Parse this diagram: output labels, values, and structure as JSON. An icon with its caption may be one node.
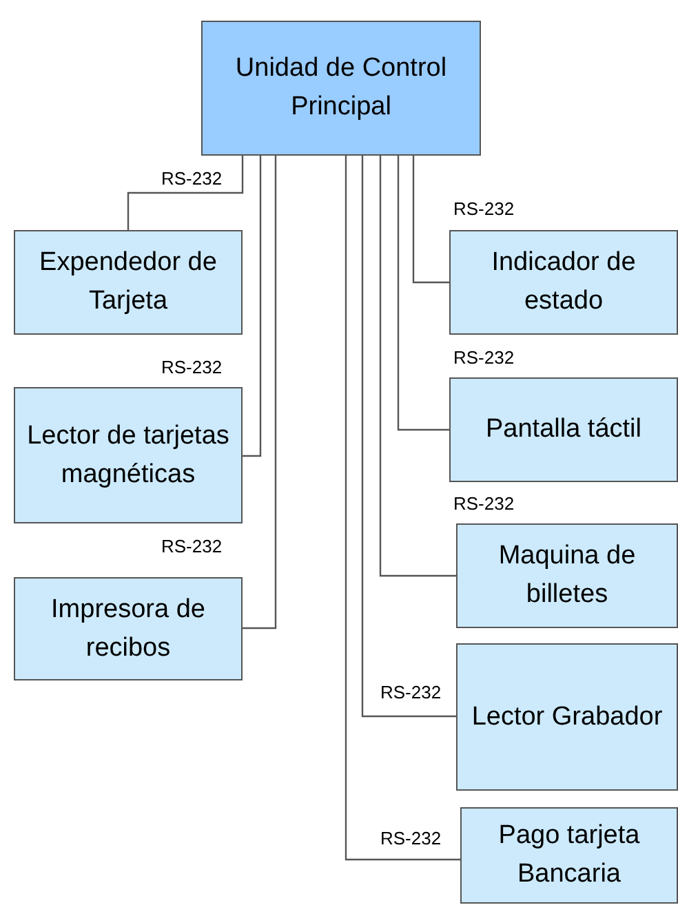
{
  "diagram": {
    "nodes": [
      {
        "text": [
          "Unidad de Control Principal"
        ]
      },
      {
        "text": [
          "Expendedor de Tarjeta"
        ]
      },
      {
        "text": [
          "Indicador de estado"
        ]
      },
      {
        "text": [
          "Lector de tarjetas magnéticas"
        ]
      },
      {
        "text": [
          "Pantalla táctil"
        ]
      },
      {
        "text": [
          "Impresora de recibos"
        ]
      },
      {
        "text": [
          "Maquina de billetes"
        ]
      },
      {
        "text": [
          "Lector Grabador"
        ]
      },
      {
        "text": [
          "Pago tarjeta Bancaria"
        ]
      }
    ],
    "edges": [
      {
        "from": 0,
        "to": 1,
        "arrow": "none",
        "label": "RS-232"
      },
      {
        "from": 0,
        "to": 3,
        "arrow": "none",
        "label": "RS-232"
      },
      {
        "from": 0,
        "to": 5,
        "arrow": "none",
        "label": "RS-232"
      },
      {
        "from": 0,
        "to": 2,
        "arrow": "none",
        "label": "RS-232"
      },
      {
        "from": 0,
        "to": 4,
        "arrow": "none",
        "label": "RS-232"
      },
      {
        "from": 0,
        "to": 6,
        "arrow": "none",
        "label": "RS-232"
      },
      {
        "from": 0,
        "to": 7,
        "arrow": "none",
        "label": "RS-232"
      },
      {
        "from": 0,
        "to": 8,
        "arrow": "none",
        "label": "RS-232"
      }
    ]
  }
}
